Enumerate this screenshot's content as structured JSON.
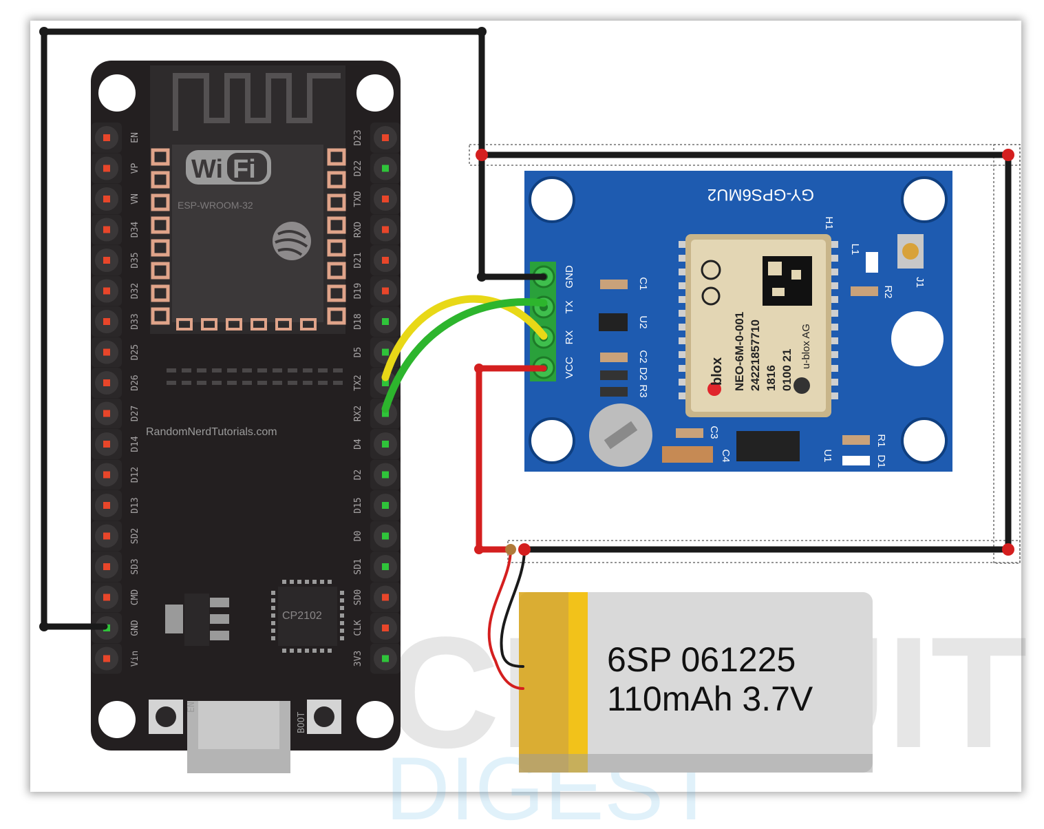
{
  "esp32": {
    "module_label": "ESP-WROOM-32",
    "wifi_left": "Wi",
    "wifi_right": "Fi",
    "site": "RandomNerdTutorials.com",
    "chip": "CP2102",
    "btn_en": "EN",
    "btn_boot": "BOOT",
    "left_pins": [
      "EN",
      "VP",
      "VN",
      "D34",
      "D35",
      "D32",
      "D33",
      "D25",
      "D26",
      "D27",
      "D14",
      "D12",
      "D13",
      "SD2",
      "SD3",
      "CMD",
      "GND",
      "Vin"
    ],
    "right_pins": [
      "D23",
      "D22",
      "TXD",
      "RXD",
      "D21",
      "D19",
      "D18",
      "D5",
      "TX2",
      "RX2",
      "D4",
      "D2",
      "D15",
      "D0",
      "SD1",
      "SD0",
      "CLK",
      "3V3"
    ]
  },
  "gps": {
    "board_name": "GY-GPS6MU2",
    "module_name": "NEO-6M-0-001",
    "module_lines": [
      "24221857710",
      "1816",
      "0100 21"
    ],
    "brand": "blox",
    "maker": "u-blox AG",
    "pins": [
      "GND",
      "TX",
      "RX",
      "VCC"
    ],
    "component_labels": [
      "C1",
      "U2",
      "C2",
      "D2",
      "R3",
      "C3",
      "C4",
      "U1",
      "R1",
      "D1",
      "L1",
      "R2",
      "J1",
      "H1"
    ]
  },
  "battery": {
    "line1": "6SP 061225",
    "line2": "110mAh 3.7V"
  },
  "watermark": {
    "text": "CIRCUIT",
    "sub": "DIGEST"
  },
  "colors": {
    "esp_board": "#231f20",
    "gps_board": "#1e5bb0",
    "wire_black": "#1a1a1a",
    "wire_red": "#d41f1f",
    "wire_yellow": "#f2e41d",
    "wire_green": "#2db52d",
    "battery_body": "#d9d9d9",
    "battery_tape": "#d9a415"
  }
}
